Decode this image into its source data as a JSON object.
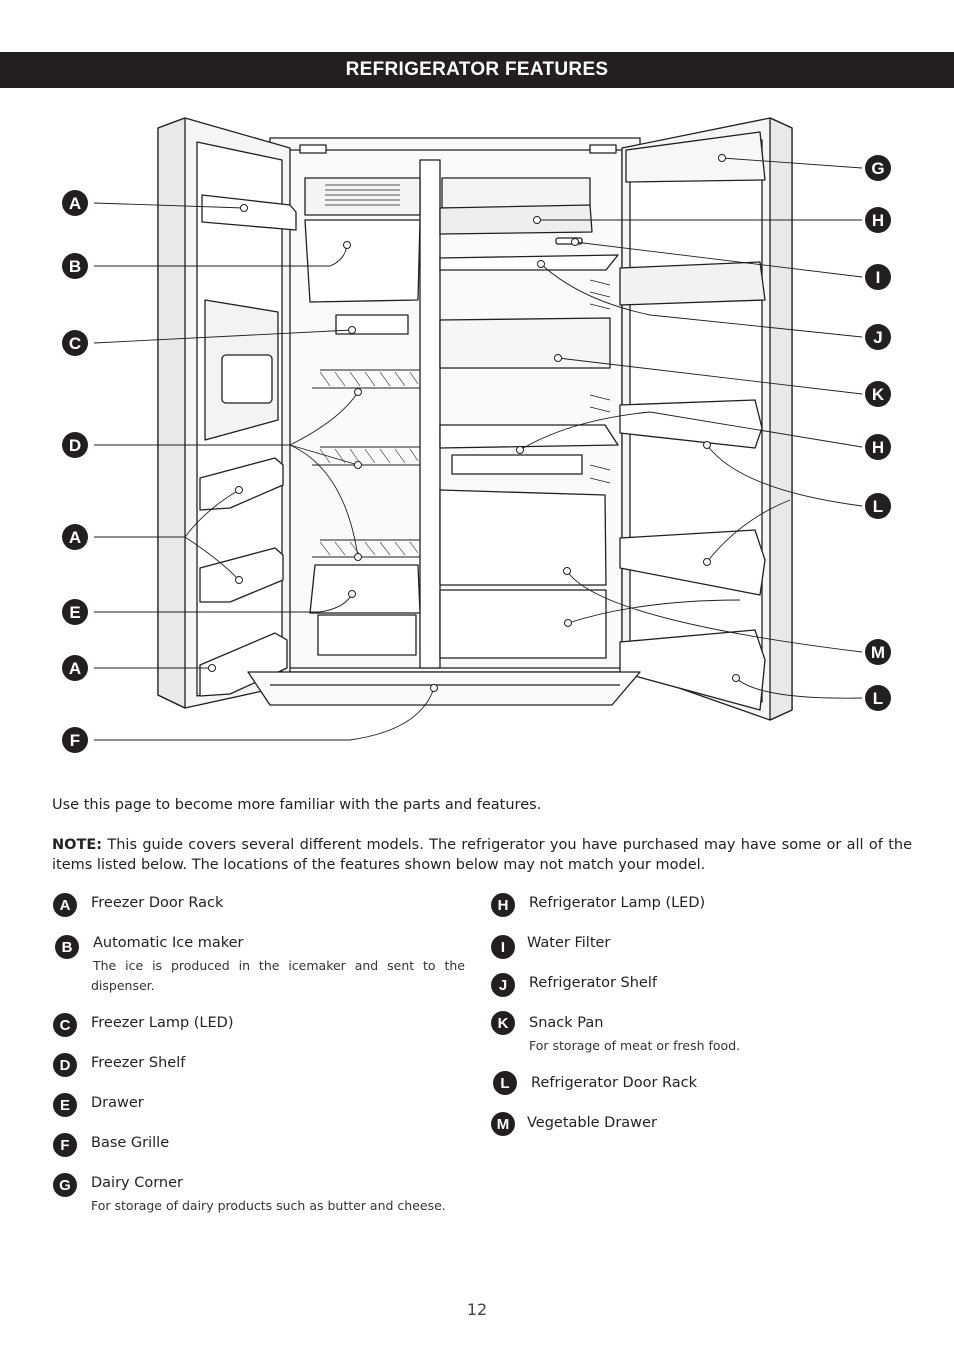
{
  "header": {
    "title": "REFRIGERATOR FEATURES"
  },
  "diagram": {
    "callouts_left": [
      "A",
      "B",
      "C",
      "D",
      "A",
      "E",
      "A",
      "F"
    ],
    "callouts_right": [
      "G",
      "H",
      "I",
      "J",
      "K",
      "H",
      "L",
      "M",
      "L"
    ]
  },
  "intro": "Use this page to become more familiar with the parts and features.",
  "note": {
    "label": "NOTE:",
    "text": " This guide covers several different models. The refrigerator you have purchased may have some or all of the items listed below. The locations of the features shown below may not match your model."
  },
  "legend": {
    "left": [
      {
        "key": "A",
        "label": "Freezer Door Rack",
        "desc": ""
      },
      {
        "key": "B",
        "label": "Automatic Ice maker",
        "desc": "The ice is produced in the icemaker and sent to the dispenser."
      },
      {
        "key": "C",
        "label": "Freezer Lamp (LED)",
        "desc": ""
      },
      {
        "key": "D",
        "label": "Freezer Shelf",
        "desc": ""
      },
      {
        "key": "E",
        "label": "Drawer",
        "desc": ""
      },
      {
        "key": "F",
        "label": "Base Grille",
        "desc": ""
      },
      {
        "key": "G",
        "label": "Dairy Corner",
        "desc": "For storage of dairy products such as butter and cheese."
      }
    ],
    "right": [
      {
        "key": "H",
        "label": "Refrigerator Lamp (LED)",
        "desc": ""
      },
      {
        "key": "I",
        "label": "Water Filter",
        "desc": ""
      },
      {
        "key": "J",
        "label": "Refrigerator Shelf",
        "desc": ""
      },
      {
        "key": "K",
        "label": "Snack Pan",
        "desc": "For storage of meat or fresh food."
      },
      {
        "key": "L",
        "label": "Refrigerator Door Rack",
        "desc": ""
      },
      {
        "key": "M",
        "label": "Vegetable Drawer",
        "desc": ""
      }
    ]
  },
  "page_number": "12",
  "colors": {
    "header_bg": "#231f20",
    "badge_bg": "#231f20",
    "line": "#231f20"
  }
}
